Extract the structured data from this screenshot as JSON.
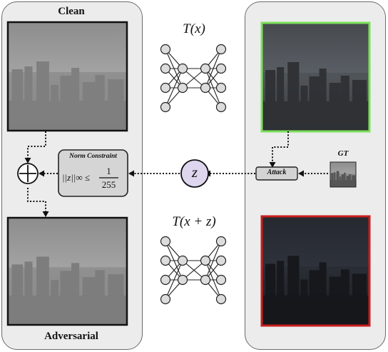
{
  "left_panel": {
    "title": "Clean",
    "bottom_title": "Adversarial"
  },
  "formulas": {
    "top": "T(x)",
    "bottom": "T(x + z)"
  },
  "norm_box": {
    "title": "Norm Constraint",
    "lhs": "||z||∞ ≤",
    "num": "1",
    "den": "255"
  },
  "z_node": {
    "label": "z"
  },
  "attack_box": {
    "label": "Attack"
  },
  "gt": {
    "label": "GT"
  },
  "colors": {
    "clean_border": "#111111",
    "attack_input_border": "#7be05a",
    "attack_output_border": "#c81e1e",
    "z_fill": "#ddd6ee"
  }
}
